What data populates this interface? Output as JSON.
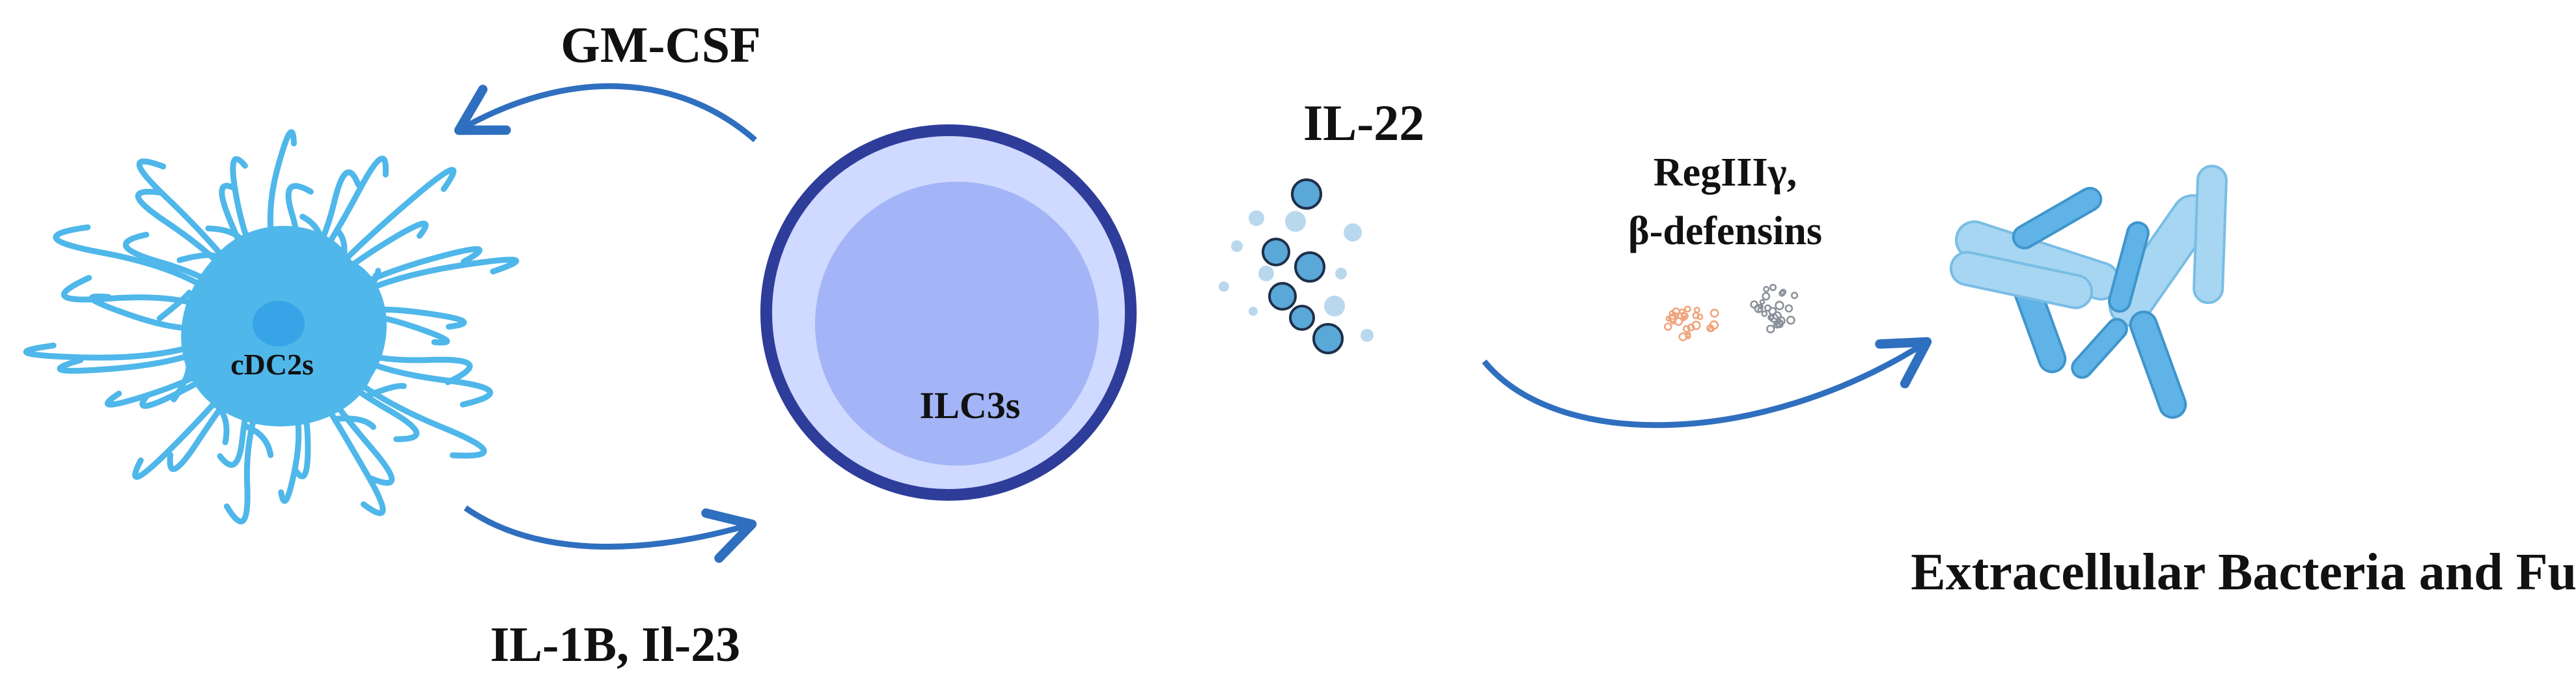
{
  "labels": {
    "gm_csf": "GM-CSF",
    "il22": "IL-22",
    "regiii_line1": "RegIIIγ,",
    "regiii_line2": "β-defensins",
    "cdc2s": "cDC2s",
    "ilc3s": "ILC3s",
    "il1b_il23": "IL-1B, Il-23",
    "extracellular": "Extracellular Bacteria and Fungi"
  },
  "icons": {
    "dendritic_cell": "dendritic-cell-icon",
    "ilc3_cell": "ilc3-cell-icon",
    "il22_particles": "cytokine-particles-icon",
    "antimicrobial_peptides": "peptide-particles-icon",
    "microbes": "bacteria-icon"
  },
  "colors": {
    "arrow": "#2f6fbf",
    "dc_fill": "#4fb7ea",
    "dc_nucleus": "#36a4e6",
    "ilc_outer": "#d0d9ff",
    "ilc_ring": "#2e3d9a",
    "ilc_inner": "#a3b5f7",
    "particle_dark": "#5aa8d8",
    "particle_light": "#b9d8ee",
    "peptide_orange": "#f0a37a",
    "peptide_gray": "#8a8f99",
    "bacteria": "#5fb3e6",
    "bacteria_light": "#a7d6f2"
  }
}
